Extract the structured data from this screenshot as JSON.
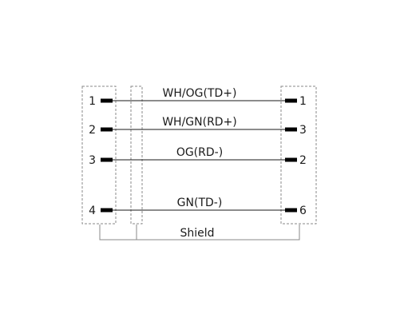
{
  "wires": [
    {
      "label": "WH/OG(TD+)",
      "left_pin": "1",
      "right_pin": "1"
    },
    {
      "label": "WH/GN(RD+)",
      "left_pin": "2",
      "right_pin": "3"
    },
    {
      "label": "OG(RD-)",
      "left_pin": "3",
      "right_pin": "2"
    },
    {
      "label": "GN(TD-)",
      "left_pin": "4",
      "right_pin": "6"
    }
  ],
  "shield": {
    "label": "Shield"
  },
  "colors": {
    "line": "#1a1a1a",
    "dash": "#888888",
    "pin": "#000000"
  }
}
